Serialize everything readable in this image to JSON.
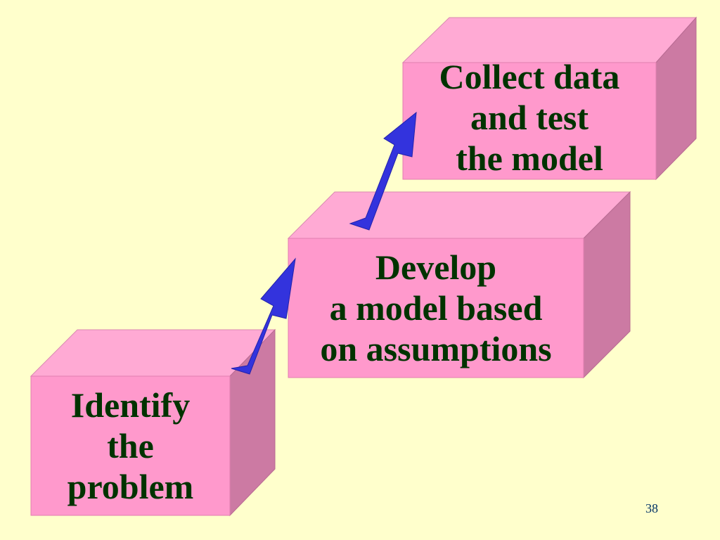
{
  "steps": [
    {
      "id": "identify",
      "label": "Identify\nthe\nproblem"
    },
    {
      "id": "develop",
      "label": "Develop\na model based\non assumptions"
    },
    {
      "id": "collect",
      "label": "Collect data\nand test\nthe model"
    }
  ],
  "page_number": "38",
  "colors": {
    "background": "#ffffcc",
    "box_front": "#ff99cc",
    "box_top": "#ffaad4",
    "box_side": "#cc7aa3",
    "arrow": "#3333cc",
    "text": "#003300"
  }
}
